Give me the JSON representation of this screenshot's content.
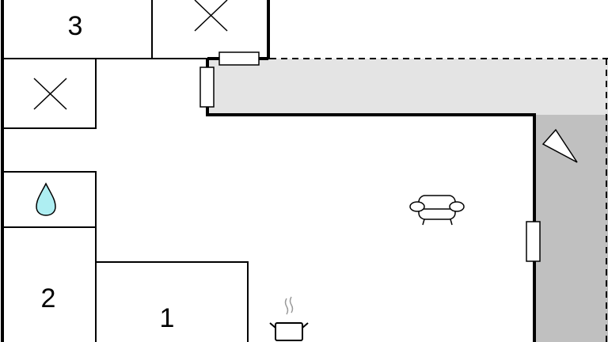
{
  "plan": {
    "rooms": [
      {
        "id": "room-3",
        "label": "3"
      },
      {
        "id": "room-2",
        "label": "2"
      },
      {
        "id": "room-1",
        "label": "1"
      }
    ],
    "icons": [
      "cross-icon",
      "cross-icon",
      "water-drop-icon",
      "armchair-icon",
      "cooking-pot-icon",
      "compass-triangle-icon"
    ],
    "colors": {
      "wall": "#000000",
      "balcony": "#e4e4e4",
      "terrace": "#c0c0c0",
      "water": "#aeeef2"
    }
  }
}
